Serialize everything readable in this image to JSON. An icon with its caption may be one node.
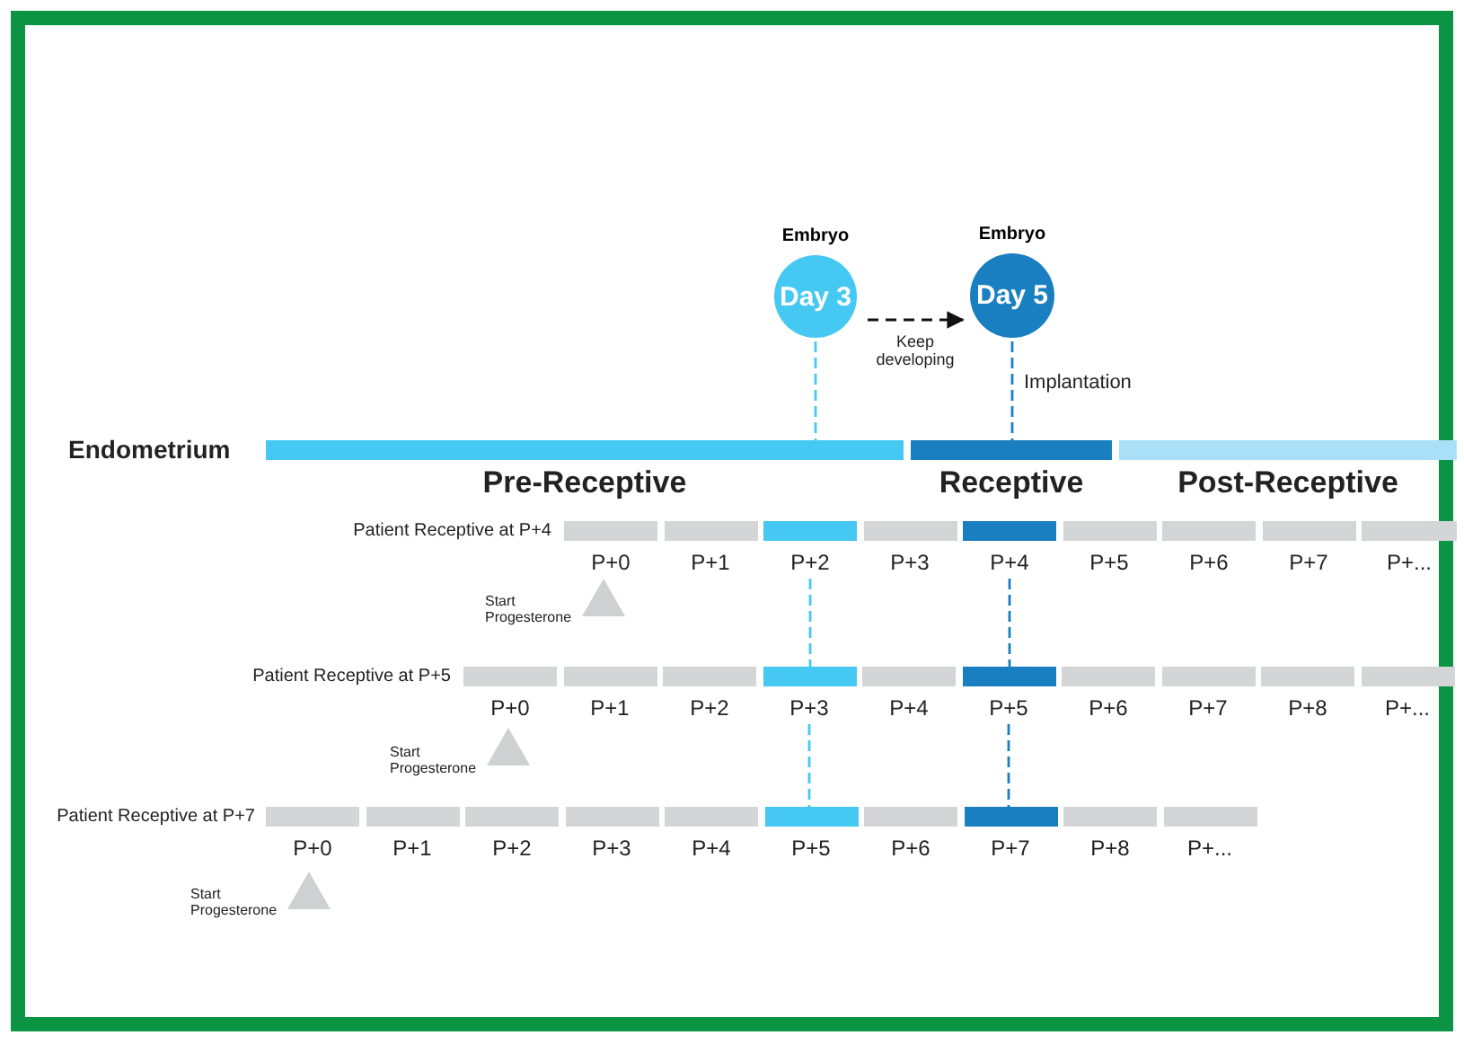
{
  "diagram": {
    "nodes": [
      {
        "text": [
          "Day 3"
        ],
        "beside": [
          "Embryo"
        ]
      },
      {
        "text": [
          "Day 5"
        ],
        "beside": [
          "Embryo"
        ]
      },
      {
        "text": [
          "Pre-Receptive"
        ]
      },
      {
        "text": [
          "Receptive"
        ]
      },
      {
        "text": [
          "Post-Receptive"
        ]
      },
      {
        "text": [
          "P+0"
        ]
      },
      {
        "text": [
          "P+1"
        ]
      },
      {
        "text": [
          "P+2"
        ]
      },
      {
        "text": [
          "P+3"
        ]
      },
      {
        "text": [
          "P+4"
        ]
      },
      {
        "text": [
          "P+5"
        ]
      },
      {
        "text": [
          "P+6"
        ]
      },
      {
        "text": [
          "P+7"
        ]
      },
      {
        "text": [
          "P+..."
        ]
      },
      {
        "text": [
          "P+0"
        ]
      },
      {
        "text": [
          "P+1"
        ]
      },
      {
        "text": [
          "P+2"
        ]
      },
      {
        "text": [
          "P+3"
        ]
      },
      {
        "text": [
          "P+4"
        ]
      },
      {
        "text": [
          "P+5"
        ]
      },
      {
        "text": [
          "P+6"
        ]
      },
      {
        "text": [
          "P+7"
        ]
      },
      {
        "text": [
          "P+8"
        ]
      },
      {
        "text": [
          "P+..."
        ]
      },
      {
        "text": [
          "P+0"
        ]
      },
      {
        "text": [
          "P+1"
        ]
      },
      {
        "text": [
          "P+2"
        ]
      },
      {
        "text": [
          "P+3"
        ]
      },
      {
        "text": [
          "P+4"
        ]
      },
      {
        "text": [
          "P+5"
        ]
      },
      {
        "text": [
          "P+6"
        ]
      },
      {
        "text": [
          "P+7"
        ]
      },
      {
        "text": [
          "P+8"
        ]
      },
      {
        "text": [
          "P+..."
        ]
      }
    ],
    "edges": [
      {
        "from": 0,
        "to": 1,
        "arrow": "to",
        "label": "Keep developing",
        "style": "dashed",
        "color": "#111111"
      },
      {
        "from": 0,
        "to": 2,
        "arrow": "none",
        "style": "dashed",
        "color": "#45c8f2"
      },
      {
        "from": 1,
        "to": 3,
        "arrow": "none",
        "style": "dashed",
        "color": "#1a7fc1"
      },
      {
        "from": 7,
        "to": 17,
        "arrow": "none",
        "style": "dashed",
        "color": "#45c8f2"
      },
      {
        "from": 17,
        "to": 29,
        "arrow": "none",
        "style": "dashed",
        "color": "#45c8f2"
      },
      {
        "from": 9,
        "to": 19,
        "arrow": "none",
        "style": "dashed",
        "color": "#1a7fc1"
      },
      {
        "from": 19,
        "to": 31,
        "arrow": "none",
        "style": "dashed",
        "color": "#1a7fc1"
      }
    ],
    "labels": [
      "Implantation",
      "Endometrium",
      "Patient Receptive at P+4",
      "Start Progesterone",
      "Patient Receptive at P+5",
      "Start Progesterone",
      "Patient Receptive at P+7",
      "Start Progesterone"
    ]
  }
}
